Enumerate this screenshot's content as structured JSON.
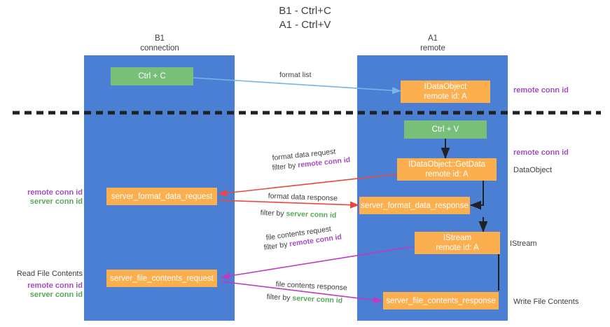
{
  "title": {
    "line1": "B1 - Ctrl+C",
    "line2": "A1 - Ctrl+V"
  },
  "columns": [
    {
      "name": "B1",
      "sub": "connection"
    },
    {
      "name": "A1",
      "sub": "remote"
    }
  ],
  "colors": {
    "lane": "#4a7fd4",
    "green_node": "#78c07a",
    "orange_node": "#fcaf4e",
    "purple_text": "#a34ec0",
    "green_text": "#57a85a",
    "blue_arrow": "#7ab4e8",
    "red_arrow": "#e8483f",
    "magenta_arrow": "#c03bc0",
    "black_arrow": "#202124",
    "divider": "#202124"
  },
  "nodes": {
    "ctrl_c": {
      "label": "Ctrl + C",
      "style": "green"
    },
    "idataobject": {
      "line1": "IDataObject",
      "line2": "remote id: A",
      "style": "orange"
    },
    "ctrl_v": {
      "label": "Ctrl + V",
      "style": "green"
    },
    "getdata": {
      "line1": "IDataObject::GetData",
      "line2": "remote id: A",
      "style": "orange"
    },
    "format_req": {
      "label": "server_format_data_request",
      "style": "orange"
    },
    "format_res": {
      "label": "server_format_data_response",
      "style": "orange"
    },
    "istream": {
      "line1": "IStream",
      "line2": "remote id: A",
      "style": "orange"
    },
    "file_req": {
      "label": "server_file_contents_request",
      "style": "orange"
    },
    "file_res": {
      "label": "server_file_contents_response",
      "style": "orange"
    }
  },
  "edge_labels": {
    "format_list": "format list",
    "format_data_request": "format data request",
    "format_data_request_filter_prefix": "filter by ",
    "format_data_request_filter_key": "remote conn id",
    "format_data_response": "format data response",
    "format_data_response_filter_prefix": "filter by ",
    "format_data_response_filter_key": "server conn id",
    "file_contents_request": "file contents request",
    "file_contents_request_filter_prefix": "filter by ",
    "file_contents_request_filter_key": "remote conn id",
    "file_contents_response": "file contents response",
    "file_contents_response_filter_prefix": "filter by ",
    "file_contents_response_filter_key": "server conn id"
  },
  "annotations": {
    "right_remote_conn_id_top": "remote conn id",
    "right_remote_conn_id_mid": "remote conn id",
    "right_dataobject": "DataObject",
    "right_istream": "IStream",
    "right_write_file_contents": "Write File Contents",
    "left_remote_conn_id": "remote conn id",
    "left_server_conn_id": "server conn id",
    "left_read_file_contents": "Read File Contents",
    "left_remote_conn_id_2": "remote conn id",
    "left_server_conn_id_2": "server conn id"
  }
}
